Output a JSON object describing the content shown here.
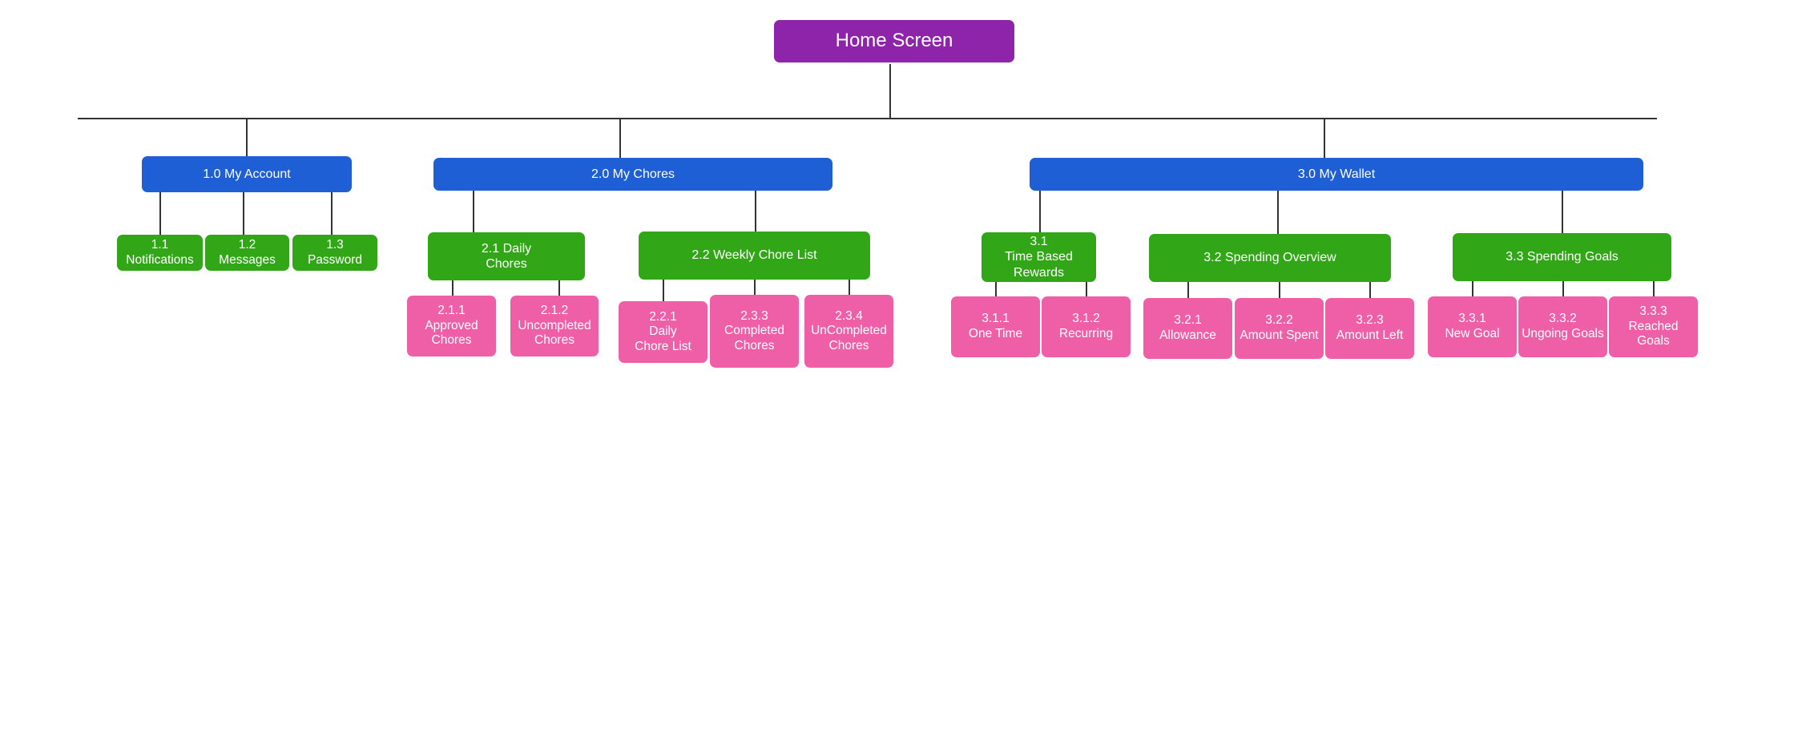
{
  "colors": {
    "root": "#8e24aa",
    "level1": "#1e5fd6",
    "level2": "#31a617",
    "level3": "#ef5fa7",
    "connector": "#333333"
  },
  "home": {
    "label": "Home Screen"
  },
  "sections": [
    {
      "label": "1.0 My Account",
      "children": [
        {
          "label": "1.1\nNotifications"
        },
        {
          "label": "1.2\nMessages"
        },
        {
          "label": "1.3\nPassword"
        }
      ]
    },
    {
      "label": "2.0  My Chores",
      "children": [
        {
          "label": "2.1 Daily\nChores",
          "children": [
            {
              "label": "2.1.1\nApproved\nChores"
            },
            {
              "label": "2.1.2\nUncompleted\nChores"
            }
          ]
        },
        {
          "label": "2.2 Weekly Chore List",
          "children": [
            {
              "label": "2.2.1\nDaily\nChore List"
            },
            {
              "label": "2.3.3\nCompleted\nChores"
            },
            {
              "label": "2.3.4\nUnCompleted\nChores"
            }
          ]
        }
      ]
    },
    {
      "label": "3.0 My Wallet",
      "children": [
        {
          "label": "3.1\nTime Based\nRewards",
          "children": [
            {
              "label": "3.1.1\nOne Time"
            },
            {
              "label": "3.1.2\nRecurring"
            }
          ]
        },
        {
          "label": "3.2 Spending Overview",
          "children": [
            {
              "label": "3.2.1\nAllowance"
            },
            {
              "label": "3.2.2\nAmount Spent"
            },
            {
              "label": "3.2.3\nAmount Left"
            }
          ]
        },
        {
          "label": "3.3 Spending Goals",
          "children": [
            {
              "label": "3.3.1\nNew Goal"
            },
            {
              "label": "3.3.2\nUngoing Goals"
            },
            {
              "label": "3.3.3\nReached\nGoals"
            }
          ]
        }
      ]
    }
  ]
}
